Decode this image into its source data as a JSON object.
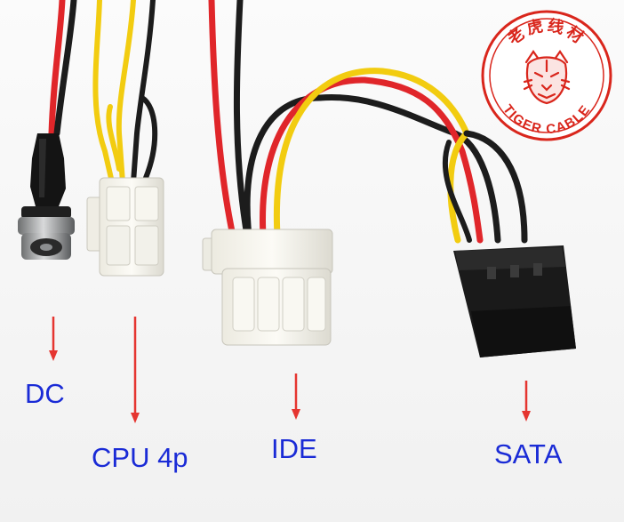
{
  "labels": {
    "dc": "DC",
    "cpu": "CPU 4p",
    "ide": "IDE",
    "sata": "SATA"
  },
  "logo": {
    "text_top": "老虎线材",
    "text_bottom": "TIGER CABLE"
  },
  "colors": {
    "label_text": "#1a2bd6",
    "arrow": "#e53530",
    "logo_red": "#d9261c",
    "wire_red": "#e0262a",
    "wire_yellow": "#f2cc10",
    "wire_black": "#1c1c1c"
  }
}
